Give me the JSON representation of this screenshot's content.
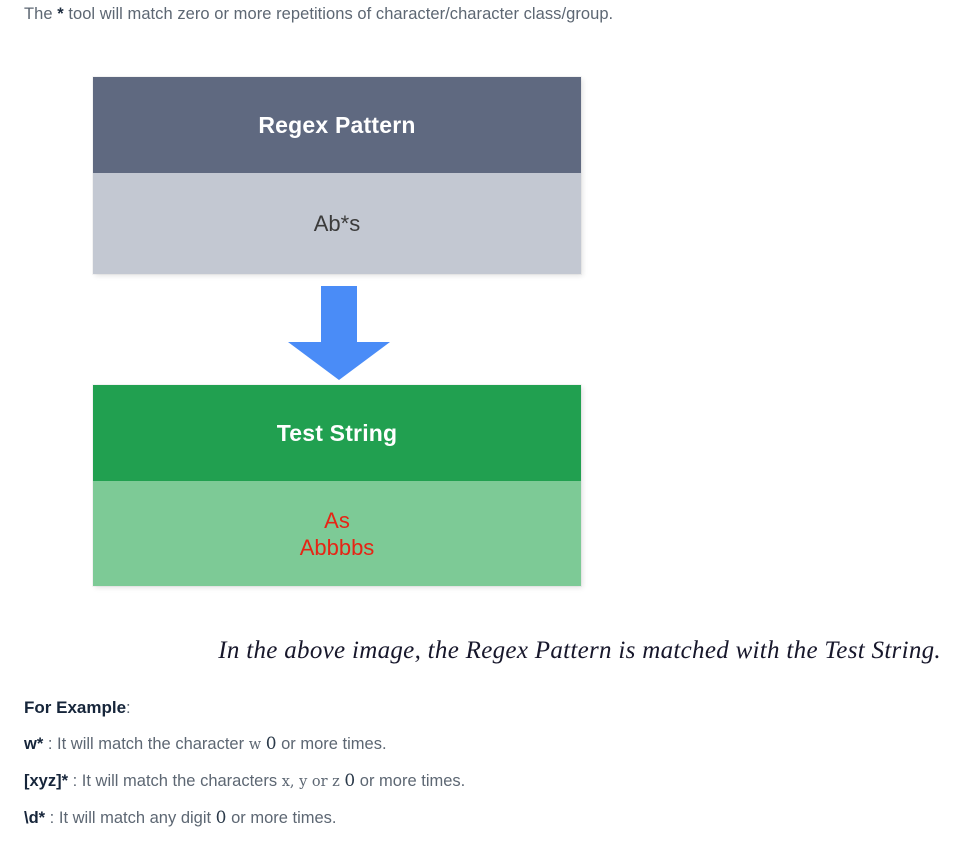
{
  "intro": {
    "prefix": "The ",
    "token": "*",
    "suffix": " tool will match zero or more repetitions of character/character class/group."
  },
  "diagram": {
    "pattern_card": {
      "header": "Regex Pattern",
      "value": "Ab*s",
      "header_color": "#5f6980",
      "body_color": "#c3c8d2"
    },
    "arrow": {
      "icon": "arrow-down-icon",
      "color": "#4a8cf7"
    },
    "test_card": {
      "header": "Test String",
      "lines": [
        "As",
        "Abbbbs"
      ],
      "header_color": "#21a050",
      "body_color": "#7dca96",
      "text_color": "#e62415"
    }
  },
  "caption": "In the above image, the Regex Pattern is matched with the Test String.",
  "examples": {
    "heading_bold": "For Example",
    "heading_colon": ":",
    "items": [
      {
        "token": "w*",
        "sep": " : ",
        "text_before": "It will match the character ",
        "mono": "w",
        "text_mid": " ",
        "num": "0",
        "text_after": " or more times."
      },
      {
        "token": "[xyz]*",
        "sep": " : ",
        "text_before": "It will match the characters ",
        "mono": "x, y or z",
        "text_mid": " ",
        "num": "0",
        "text_after": " or more times."
      },
      {
        "token": "\\d*",
        "sep": " : ",
        "text_before": "It will match any digit ",
        "mono": "",
        "text_mid": "",
        "num": "0",
        "text_after": " or more times."
      }
    ]
  }
}
